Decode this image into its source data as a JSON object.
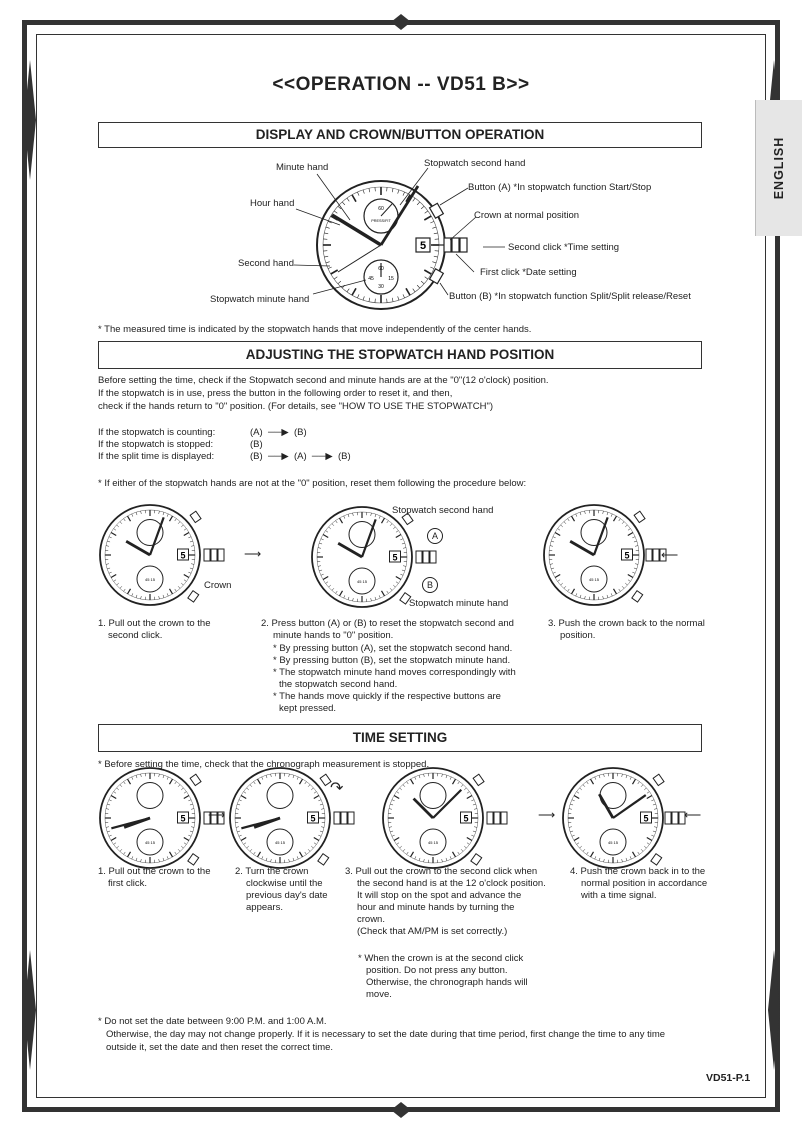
{
  "page": {
    "title": "<<OPERATION -- VD51 B>>",
    "language_tab": "ENGLISH",
    "page_number": "VD51-P.1"
  },
  "section1": {
    "header": "DISPLAY AND CROWN/BUTTON OPERATION",
    "labels": {
      "minute_hand": "Minute hand",
      "hour_hand": "Hour hand",
      "second_hand": "Second hand",
      "stopwatch_minute_hand": "Stopwatch minute hand",
      "stopwatch_second_hand": "Stopwatch second hand",
      "button_a": "Button (A) *In stopwatch function Start/Stop",
      "crown_normal": "Crown at normal position",
      "second_click": "Second click *Time setting",
      "first_click": "First click *Date setting",
      "button_b": "Button (B) *In stopwatch function Split/Split release/Reset"
    },
    "dial_text": {
      "top_sub": "PRESS/FIT",
      "bottom_sub": "MIN",
      "date": "5",
      "sub_60": "60",
      "sub_45": "45",
      "sub_15": "15",
      "sub_30": "30"
    },
    "note": "* The measured time is indicated by the stopwatch hands that move independently of the center hands."
  },
  "section2": {
    "header": "ADJUSTING THE STOPWATCH HAND POSITION",
    "intro": [
      "Before setting the time, check if the Stopwatch second and minute hands are at the \"0\"(12 o'clock) position.",
      "If the stopwatch is in use, press the button in the following order to reset it, and then,",
      "check if the hands return to \"0\" position. (For details, see \"HOW TO USE THE STOPWATCH\")"
    ],
    "states": [
      {
        "label": "If the stopwatch is counting:",
        "seq": "(A)  ──▶  (B)"
      },
      {
        "label": "If the stopwatch is stopped:",
        "seq": "(B)"
      },
      {
        "label": "If the split time is displayed:",
        "seq": "(B)  ──▶  (A)  ──▶  (B)"
      }
    ],
    "reset_note": "* If either of the stopwatch hands are not at the \"0\" position, reset them following the procedure below:",
    "crown_label": "Crown",
    "sw_second_label": "Stopwatch second hand",
    "sw_minute_label": "Stopwatch minute hand",
    "circle_a": "A",
    "circle_b": "B",
    "step1": [
      "1. Pull out the crown to the",
      "second click."
    ],
    "step2": [
      "2. Press button (A) or (B) to reset the stopwatch second and",
      "minute hands to \"0\" position.",
      "* By pressing button (A), set the stopwatch second hand.",
      "* By pressing button (B), set the stopwatch minute hand.",
      "* The stopwatch minute hand moves correspondingly with",
      "the stopwatch second hand.",
      "* The hands move quickly if the respective buttons are",
      "kept pressed."
    ],
    "step3": [
      "3. Push the crown back to the normal",
      "position."
    ]
  },
  "section3": {
    "header": "TIME SETTING",
    "note": "* Before setting the time, check that the chronograph measurement is stopped.",
    "step1": [
      "1. Pull out the crown to the",
      "first click."
    ],
    "step2": [
      "2. Turn the crown",
      "clockwise until the",
      "previous day's date",
      "appears."
    ],
    "step3": [
      "3. Pull out the crown to the second click when",
      "the second hand is at the 12 o'clock position.",
      "It will stop on the spot and advance the",
      "hour and minute hands by turning the",
      "crown.",
      "(Check that AM/PM is set correctly.)"
    ],
    "step3_note": [
      "* When the crown is at the second click",
      "position. Do not press any button.",
      "Otherwise, the chronograph hands will",
      "move."
    ],
    "step4": [
      "4. Push the crown back in to the",
      "normal position in accordance",
      "with a time signal."
    ]
  },
  "footnote": [
    "* Do not set the date between 9:00 P.M. and 1:00 A.M.",
    "Otherwise, the day may not change properly. If it is necessary to set the date during that time period, first change the time to any time",
    "outside it, set the date and then reset the correct time."
  ]
}
